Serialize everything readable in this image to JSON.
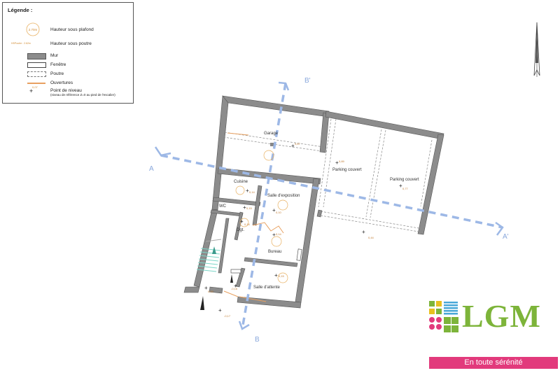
{
  "legend": {
    "title": "Légende :",
    "items": [
      {
        "label": "Hauteur sous plafond",
        "symbol_text": "2.70m"
      },
      {
        "label": "Hauteur sous poutre",
        "symbol_text": "HSPoutre : 2.62m"
      },
      {
        "label": "Mur"
      },
      {
        "label": "Fenêtre"
      },
      {
        "label": "Poutre"
      },
      {
        "label": "Ouvertures"
      },
      {
        "label": "Point de niveau",
        "sublabel": "(niveau de référence Z=0 au pied de l'escalier)",
        "symbol_text": "0,07"
      }
    ]
  },
  "plan": {
    "rooms": {
      "garage": "Garage",
      "parking1": "Parking couvert",
      "parking2": "Parking couvert",
      "cuisine": "Cuisine",
      "salle_expo": "Salle d'exposition",
      "wc": "WC",
      "dgt": "Dgt.",
      "bureau": "Bureau",
      "salle_attente": "Salle d'attente"
    },
    "levels": {
      "garage": "0,87",
      "parking1": "0,89",
      "parking2": "0,77",
      "cuisine": "0,14",
      "salle_expo": "0,10",
      "wc": "0,15",
      "dgt": "0,14",
      "bureau": "0,14",
      "outside": "0,44",
      "stairs": "0,00",
      "attente_left": "-0,16",
      "attente": "0,15",
      "bottom": "-0,17"
    },
    "section_marks": {
      "a_left": "A",
      "a_right": "A'",
      "b_top": "B'",
      "b_bottom": "B"
    }
  },
  "brand": {
    "name": "LGM",
    "tagline": "En toute sérénité",
    "primary_color": "#7db43a",
    "accent_color": "#e23a7c"
  },
  "colors": {
    "wall": "#8c8c8c",
    "section_line": "#9db8e6",
    "opening": "#e8a060"
  }
}
